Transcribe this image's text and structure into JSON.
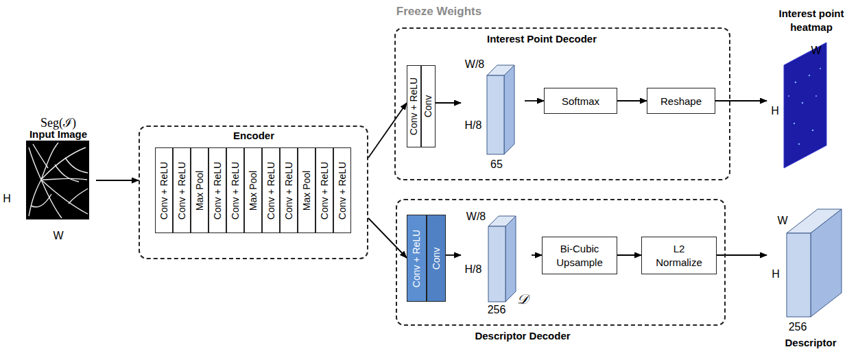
{
  "diagram": {
    "nodes": [
      {
        "text": [
          "Freeze Weights"
        ]
      },
      {
        "text": [
          "Seg(ℐ)",
          "Input Image",
          "H",
          "W"
        ]
      },
      {
        "text": [
          "Encoder"
        ],
        "in": 0
      },
      {
        "text": [
          "Conv + ReLU"
        ],
        "in": 2
      },
      {
        "text": [
          "Conv + ReLU"
        ],
        "in": 2
      },
      {
        "text": [
          "Max Pool"
        ],
        "in": 2
      },
      {
        "text": [
          "Conv + ReLU"
        ],
        "in": 2
      },
      {
        "text": [
          "Conv + ReLU"
        ],
        "in": 2
      },
      {
        "text": [
          "Max Pool"
        ],
        "in": 2
      },
      {
        "text": [
          "Conv + ReLU"
        ],
        "in": 2
      },
      {
        "text": [
          "Conv + ReLU"
        ],
        "in": 2
      },
      {
        "text": [
          "Max Pool"
        ],
        "in": 2
      },
      {
        "text": [
          "Conv + ReLU"
        ],
        "in": 2
      },
      {
        "text": [
          "Conv + ReLU"
        ],
        "in": 2
      },
      {
        "text": [
          "Interest Point Decoder"
        ],
        "in": 0
      },
      {
        "text": [
          "Conv + ReLU"
        ],
        "in": 14
      },
      {
        "text": [
          "Conv"
        ],
        "in": 14
      },
      {
        "text": [
          "W/8",
          "H/8",
          "65"
        ],
        "in": 14
      },
      {
        "text": [
          "Softmax"
        ],
        "in": 14
      },
      {
        "text": [
          "Reshape"
        ],
        "in": 14
      },
      {
        "text": [
          "Interest point heatmap",
          "W",
          "H"
        ]
      },
      {
        "text": [
          "Descriptor Decoder"
        ]
      },
      {
        "text": [
          "Conv + ReLU"
        ],
        "in": 21
      },
      {
        "text": [
          "Conv"
        ],
        "in": 21
      },
      {
        "text": [
          "W/8",
          "H/8",
          "256",
          "𝒟"
        ],
        "in": 21
      },
      {
        "text": [
          "Bi-Cubic Upsample"
        ],
        "in": 21
      },
      {
        "text": [
          "L2 Normalize"
        ],
        "in": 21
      },
      {
        "text": [
          "W",
          "H",
          "256",
          "Descriptor"
        ]
      }
    ],
    "edges": [
      {
        "from": 1,
        "to": 2,
        "arrow": "to"
      },
      {
        "from": 2,
        "to": 15,
        "arrow": "to"
      },
      {
        "from": 2,
        "to": 22,
        "arrow": "to"
      },
      {
        "from": 16,
        "to": 17,
        "arrow": "to"
      },
      {
        "from": 17,
        "to": 18,
        "arrow": "to"
      },
      {
        "from": 18,
        "to": 19,
        "arrow": "to"
      },
      {
        "from": 19,
        "to": 20,
        "arrow": "to"
      },
      {
        "from": 23,
        "to": 24,
        "arrow": "to"
      },
      {
        "from": 24,
        "to": 25,
        "arrow": "to"
      },
      {
        "from": 25,
        "to": 26,
        "arrow": "to"
      },
      {
        "from": 26,
        "to": 27,
        "arrow": "to"
      }
    ]
  }
}
